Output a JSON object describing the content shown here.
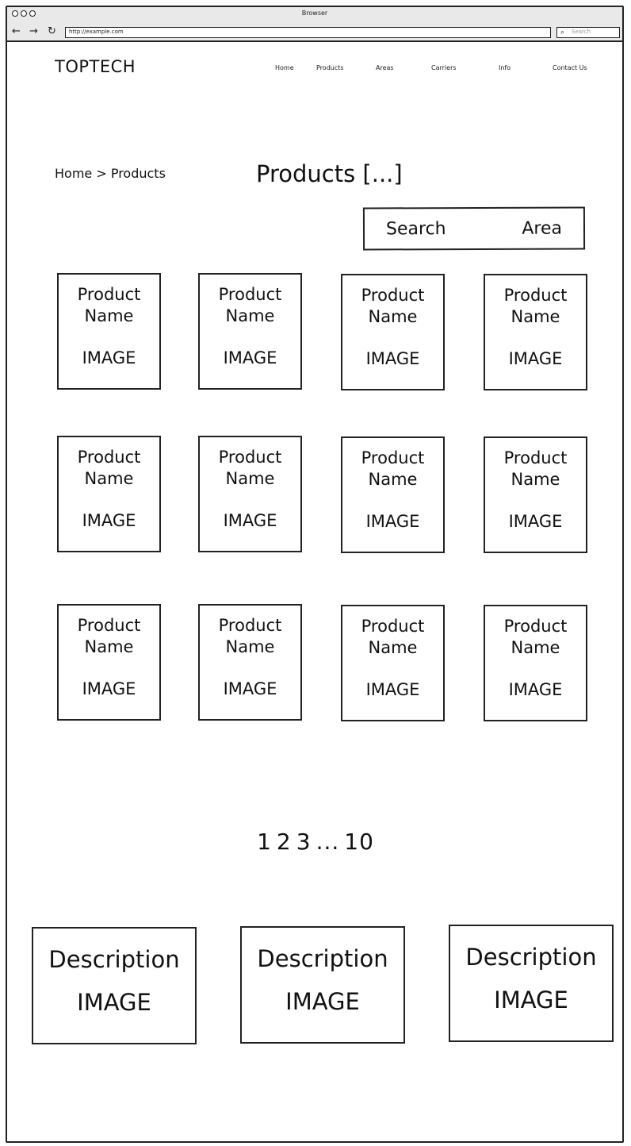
{
  "browser": {
    "title": "Browser",
    "url": "http://example.com",
    "search_placeholder": "Search",
    "back_icon": "←",
    "forward_icon": "→",
    "reload_icon": "↻",
    "search_icon": "⌕"
  },
  "site": {
    "logo": "TOPTECH",
    "nav": [
      "Home",
      "Products",
      "Areas",
      "Carriers",
      "Info",
      "Contact Us"
    ]
  },
  "breadcrumb": "Home > Products",
  "page_title": "Products [...]",
  "search_box": {
    "left": "Search",
    "right": "Area"
  },
  "products": [
    {
      "name_1": "Product",
      "name_2": "Name",
      "image": "IMAGE"
    },
    {
      "name_1": "Product",
      "name_2": "Name",
      "image": "IMAGE"
    },
    {
      "name_1": "Product",
      "name_2": "Name",
      "image": "IMAGE"
    },
    {
      "name_1": "Product",
      "name_2": "Name",
      "image": "IMAGE"
    },
    {
      "name_1": "Product",
      "name_2": "Name",
      "image": "IMAGE"
    },
    {
      "name_1": "Product",
      "name_2": "Name",
      "image": "IMAGE"
    },
    {
      "name_1": "Product",
      "name_2": "Name",
      "image": "IMAGE"
    },
    {
      "name_1": "Product",
      "name_2": "Name",
      "image": "IMAGE"
    },
    {
      "name_1": "Product",
      "name_2": "Name",
      "image": "IMAGE"
    },
    {
      "name_1": "Product",
      "name_2": "Name",
      "image": "IMAGE"
    },
    {
      "name_1": "Product",
      "name_2": "Name",
      "image": "IMAGE"
    },
    {
      "name_1": "Product",
      "name_2": "Name",
      "image": "IMAGE"
    }
  ],
  "pagination": [
    "1",
    "2",
    "3",
    "...",
    "10"
  ],
  "descriptions": [
    {
      "title": "Description",
      "image": "IMAGE"
    },
    {
      "title": "Description",
      "image": "IMAGE"
    },
    {
      "title": "Description",
      "image": "IMAGE"
    }
  ]
}
